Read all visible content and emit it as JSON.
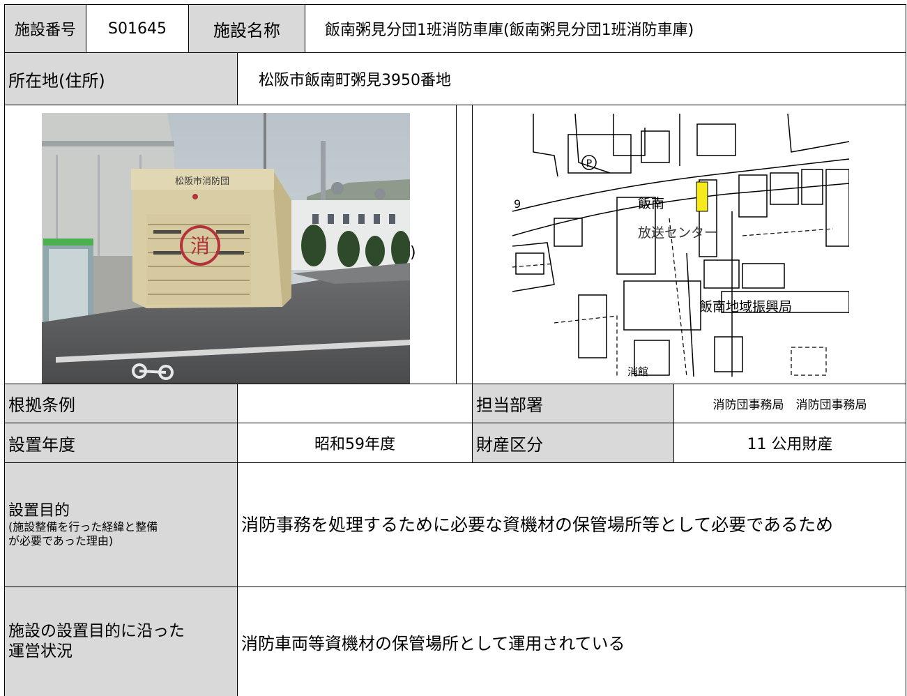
{
  "row1": {
    "facility_number_label": "施設番号",
    "facility_number": "S01645",
    "facility_name_label": "施設名称",
    "facility_name": "飯南粥見分団1班消防車庫(飯南粥見分団1班消防車庫)"
  },
  "row2": {
    "address_label": "所在地(住所)",
    "address": "松阪市飯南町粥見3950番地"
  },
  "photos": {
    "stray_char": ")",
    "sign_text": "松阪市消防団",
    "emblem_char": "消",
    "map_labels": {
      "center_1": "飯南",
      "center_2": "放送センター",
      "office": "飯南地域振興局",
      "parking": "P",
      "road_no": "9",
      "bottom": "消館"
    }
  },
  "row3": {
    "ordinance_label": "根拠条例",
    "ordinance": "",
    "department_label": "担当部署",
    "department": "消防団事務局　消防団事務局"
  },
  "row4": {
    "year_label": "設置年度",
    "year": "昭和59年度",
    "property_label": "財産区分",
    "property": "11 公用財産"
  },
  "row5": {
    "purpose_label": "設置目的",
    "purpose_sub_1": "(施設整備を行った経緯と整備",
    "purpose_sub_2": "が必要であった理由)",
    "purpose": "消防事務を処理するために必要な資機材の保管場所等として必要であるため"
  },
  "row6": {
    "status_label_1": "施設の設置目的に沿った",
    "status_label_2": "運営状況",
    "status": "消防車両等資機材の保管場所として運用されている"
  },
  "colors": {
    "header_bg": "#d9d9d9",
    "border": "#000000",
    "marker": "#f5ea1c"
  }
}
